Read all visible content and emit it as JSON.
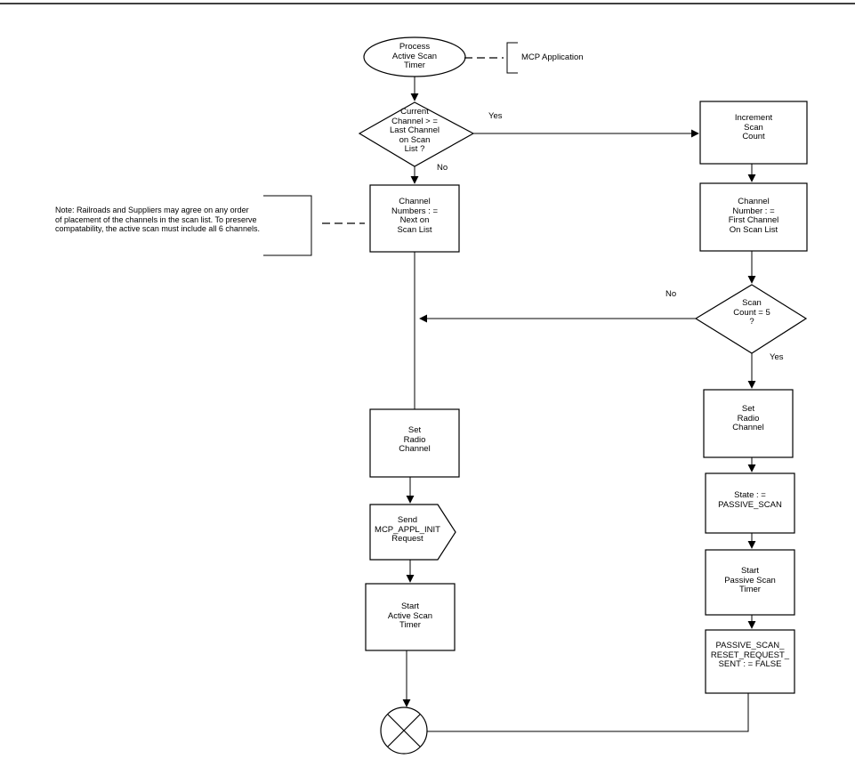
{
  "start": {
    "text": "Process\nActive Scan\nTimer"
  },
  "mcp_note": {
    "text": "MCP Application"
  },
  "decision_last_channel": {
    "text": "Current\nChannel > =\nLast Channel\non Scan\nList ?"
  },
  "yes_label_1": "Yes",
  "no_label_1": "No",
  "increment_scan": {
    "text": "Increment\nScan\nCount"
  },
  "channel_next": {
    "text": "Channel\nNumbers : =\nNext on\nScan List"
  },
  "railroads_note": {
    "text": "Note:  Railroads and Suppliers may agree on any order\nof placement of the channels in the scan list.  To preserve\ncompatability, the active scan must include all 6 channels."
  },
  "channel_first": {
    "text": "Channel\nNumber : =\nFirst Channel\nOn Scan List"
  },
  "no_label_2": "No",
  "decision_scan_count": {
    "text": "Scan\nCount = 5\n?"
  },
  "yes_label_2": "Yes",
  "set_radio_left": {
    "text": "Set\nRadio\nChannel"
  },
  "set_radio_right": {
    "text": "Set\nRadio\nChannel"
  },
  "state_passive": {
    "text": "State : =\nPASSIVE_SCAN"
  },
  "send_request": {
    "text": "Send\nMCP_APPL_INIT\nRequest"
  },
  "start_passive_timer": {
    "text": "Start\nPassive Scan\nTimer"
  },
  "start_active_timer": {
    "text": "Start\nActive Scan\nTimer"
  },
  "passive_reset": {
    "text": "PASSIVE_SCAN_\nRESET_REQUEST_\nSENT : = FALSE"
  },
  "colors": {
    "line": "#000000",
    "fill": "#ffffff"
  },
  "icons": {
    "end": "x-circle-icon",
    "arrows": "arrowhead-icon"
  }
}
